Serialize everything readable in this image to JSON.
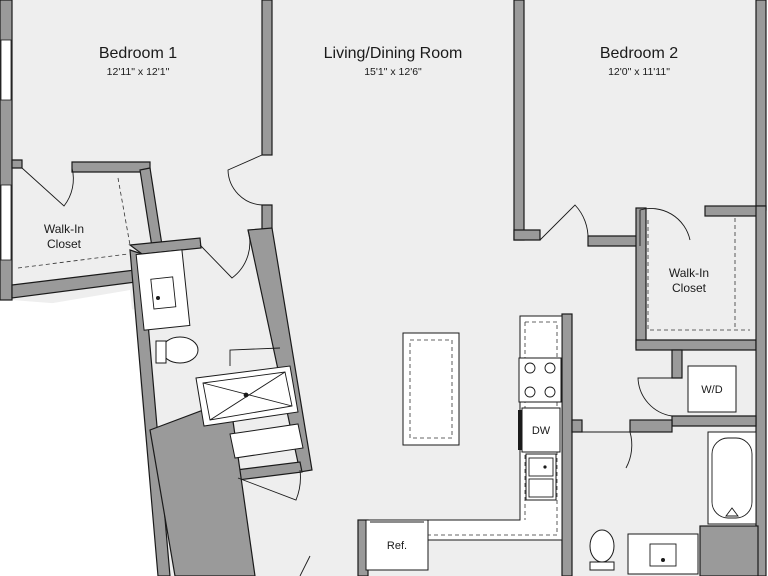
{
  "rooms": {
    "bedroom1": {
      "name": "Bedroom 1",
      "dims": "12'11\" x 12'1\""
    },
    "living": {
      "name": "Living/Dining Room",
      "dims": "15'1\" x 12'6\""
    },
    "bedroom2": {
      "name": "Bedroom 2",
      "dims": "12'0\" x 11'11\""
    },
    "closet1": {
      "line1": "Walk-In",
      "line2": "Closet"
    },
    "closet2": {
      "line1": "Walk-In",
      "line2": "Closet"
    }
  },
  "appliances": {
    "washer_dryer": "W/D",
    "dishwasher": "DW",
    "refrigerator": "Ref."
  },
  "colors": {
    "floor": "#eeeeee",
    "wall": "#9a9a9a",
    "outline": "#1a1a1a",
    "background": "#ffffff"
  }
}
